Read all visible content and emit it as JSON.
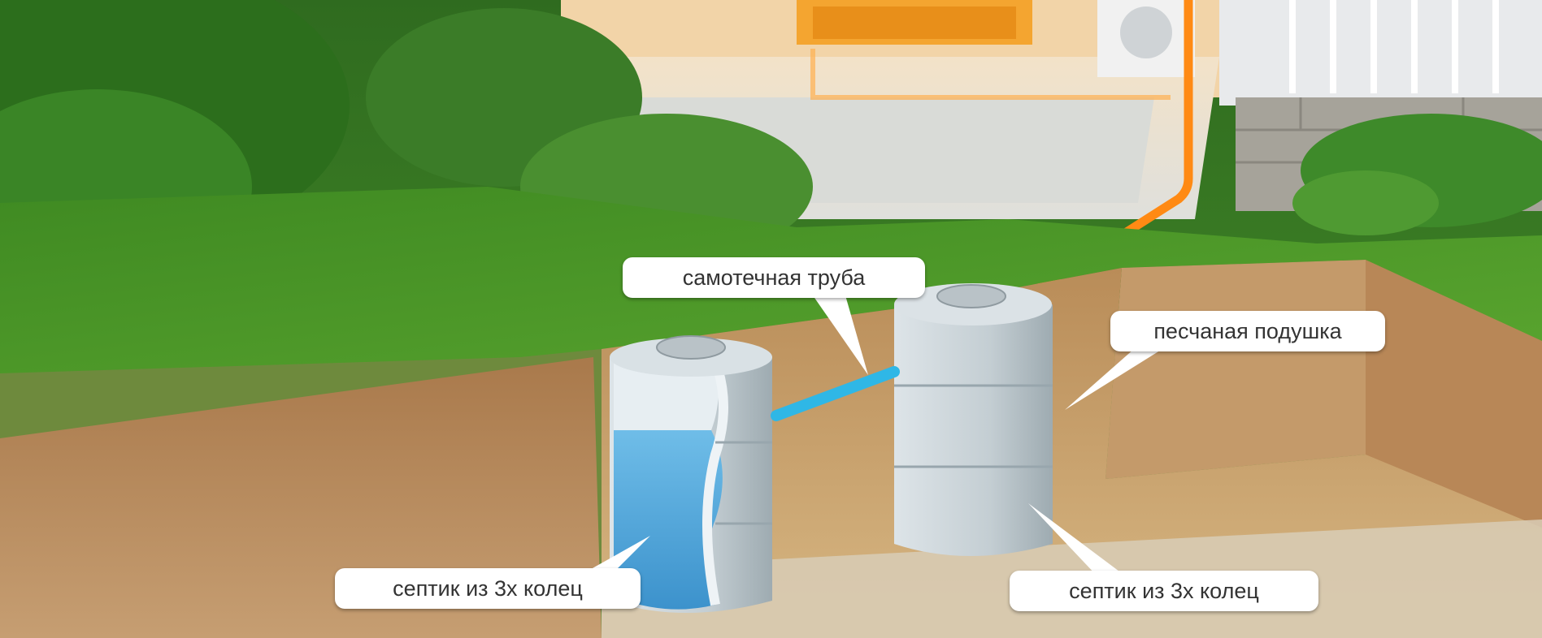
{
  "labels": {
    "gravity_pipe": "самотечная труба",
    "sand_cushion": "песчаная подушка",
    "septic_left": "септик из 3х колец",
    "septic_right": "септик из 3х колец"
  },
  "colors": {
    "grass": "#4f9a2a",
    "soil": "#b58a5c",
    "pit_sand": "#c9a66e",
    "concrete": "#c9d2d6",
    "water": "#5fb0e0",
    "pipe_blue": "#2fb7e6",
    "pipe_orange": "#ff8a14",
    "house_floor": "#e8e6df",
    "stone_wall": "#a6a39a"
  }
}
